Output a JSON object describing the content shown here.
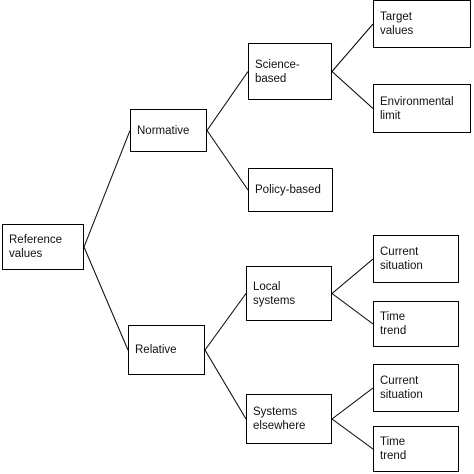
{
  "diagram": {
    "nodes": [
      {
        "id": "reference",
        "label": "Reference\nvalues"
      },
      {
        "id": "normative",
        "label": "Normative"
      },
      {
        "id": "relative",
        "label": "Relative"
      },
      {
        "id": "science",
        "label": "Science-\nbased"
      },
      {
        "id": "policy",
        "label": "Policy-based"
      },
      {
        "id": "local",
        "label": "Local\nsystems"
      },
      {
        "id": "elsewhere",
        "label": "Systems\nelsewhere"
      },
      {
        "id": "target",
        "label": "Target\nvalues"
      },
      {
        "id": "envlimit",
        "label": "Environmental\nlimit"
      },
      {
        "id": "local-current",
        "label": "Current\nsituation"
      },
      {
        "id": "local-trend",
        "label": "Time\ntrend"
      },
      {
        "id": "else-current",
        "label": "Current\nsituation"
      },
      {
        "id": "else-trend",
        "label": "Time\ntrend"
      }
    ],
    "edges": [
      [
        "reference",
        "normative"
      ],
      [
        "reference",
        "relative"
      ],
      [
        "normative",
        "science"
      ],
      [
        "normative",
        "policy"
      ],
      [
        "relative",
        "local"
      ],
      [
        "relative",
        "elsewhere"
      ],
      [
        "science",
        "target"
      ],
      [
        "science",
        "envlimit"
      ],
      [
        "local",
        "local-current"
      ],
      [
        "local",
        "local-trend"
      ],
      [
        "elsewhere",
        "else-current"
      ],
      [
        "elsewhere",
        "else-trend"
      ]
    ]
  }
}
